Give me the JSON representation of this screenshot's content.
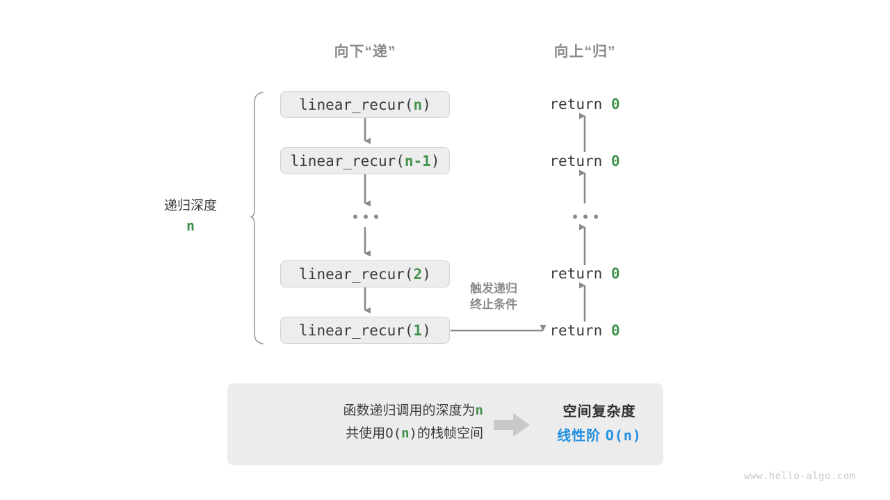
{
  "headers": {
    "down": "向下“递”",
    "up": "向上“归”"
  },
  "call_stack": [
    {
      "text_prefix": "linear_recur(",
      "param": "n",
      "text_suffix": ")"
    },
    {
      "text_prefix": "linear_recur(",
      "param": "n-1",
      "text_suffix": ")"
    },
    {
      "text_prefix": "linear_recur(",
      "param": "2",
      "text_suffix": ")"
    },
    {
      "text_prefix": "linear_recur(",
      "param": "1",
      "text_suffix": ")"
    }
  ],
  "returns": [
    {
      "keyword": "return",
      "value": "0"
    },
    {
      "keyword": "return",
      "value": "0"
    },
    {
      "keyword": "return",
      "value": "0"
    },
    {
      "keyword": "return",
      "value": "0"
    }
  ],
  "ellipsis": "...",
  "depth_annotation": {
    "label": "递归深度",
    "value": "n"
  },
  "trigger_annotation": {
    "line1": "触发递归",
    "line2": "终止条件"
  },
  "summary": {
    "left_line1_zh": "函数递归调用的深度为",
    "left_line1_var": "n",
    "left_line2_a": "共使用",
    "left_line2_b": "O(",
    "left_line2_var": "n",
    "left_line2_c": ")",
    "left_line2_d": "的栈帧空间",
    "arrow_icon": "right-block-arrow",
    "right_title": "空间复杂度",
    "right_result_label": "线性阶",
    "right_result_value": "O(n)"
  },
  "watermark": "www.hello-algo.com",
  "colors": {
    "green": "#41924b",
    "blue": "#1f8fe0",
    "gray_text": "#3c3c3c",
    "gray_muted": "#8a8a8a",
    "box_fill": "#ededed",
    "box_border": "#d2d2d2",
    "panel_fill": "#ececec",
    "arrow": "#8a8a8a",
    "block_arrow": "#c8c8c8",
    "watermark": "#c9c9c9"
  }
}
